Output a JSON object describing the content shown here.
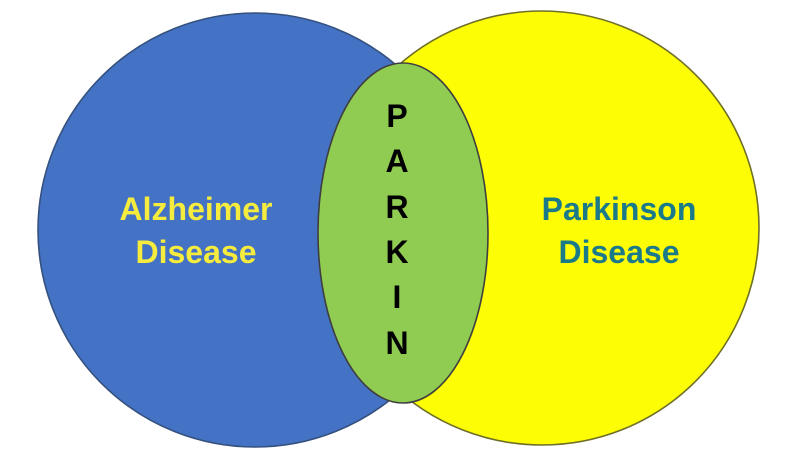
{
  "diagram": {
    "type": "venn",
    "background_color": "#ffffff",
    "left_set": {
      "label_line1": "Alzheimer",
      "label_line2": "Disease",
      "fill": "#4472C4",
      "stroke": "#35517E",
      "text_color": "#F6EC3D"
    },
    "right_set": {
      "label_line1": "Parkinson",
      "label_line2": "Disease",
      "fill": "#FDFD05",
      "stroke": "#6F6F28",
      "text_color": "#1B7A8A"
    },
    "overlap_set": {
      "label": "PARKIN",
      "letters": [
        "P",
        "A",
        "R",
        "K",
        "I",
        "N"
      ],
      "fill": "#90CB52",
      "stroke": "#3F3F3F",
      "text_color": "#000000"
    }
  }
}
